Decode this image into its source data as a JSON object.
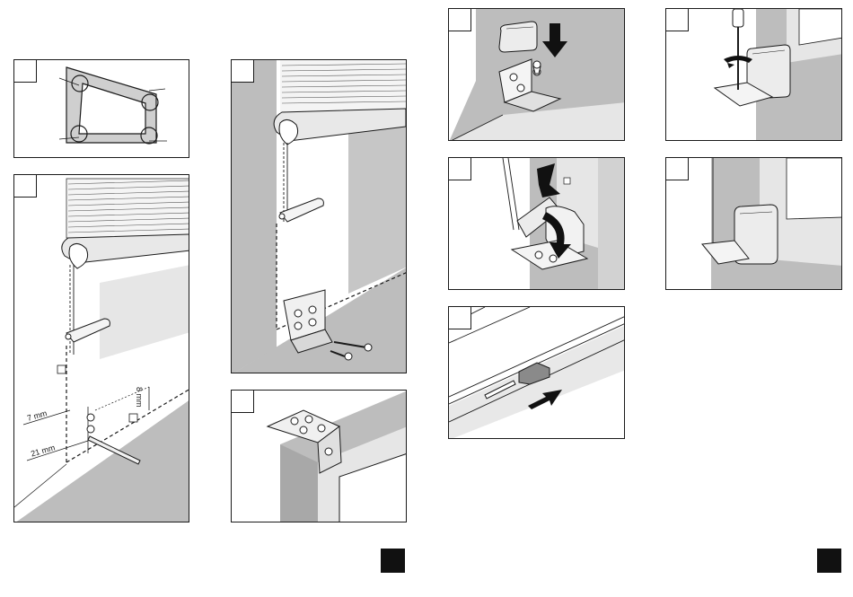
{
  "steps": {
    "s1": "",
    "s2": "",
    "s3": "",
    "s4": "",
    "s5": "",
    "s6": "",
    "s7": "",
    "s8": "",
    "s9": "",
    "s10": ""
  },
  "dimensions": {
    "d7": "7 mm",
    "d21": "21 mm",
    "d8": "8 mm"
  },
  "colors": {
    "wall_gray": "#bdbdbd",
    "light_gray": "#e0e0e0",
    "line": "#1a1a1a",
    "page_marker": "#111111"
  }
}
